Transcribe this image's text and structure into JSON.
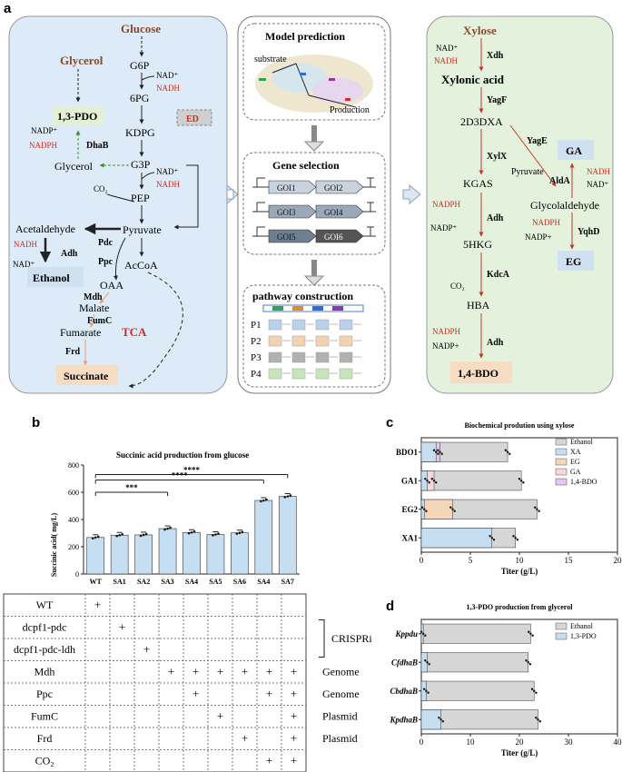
{
  "panel_labels": {
    "a": "a",
    "b": "b",
    "c": "c",
    "d": "d"
  },
  "colors": {
    "red": "#d62b1f",
    "brown": "#8b4a2b",
    "green": "#3f8f2f",
    "blue_panel": "#dcebf7",
    "green_panel": "#e4f1dc",
    "bar_blue": "#c6def2",
    "bar_grey": "#d6d6d6",
    "bar_orange": "#f4d7b8",
    "bar_pink": "#f6d7dc",
    "bar_purple": "#e1c8ef"
  },
  "left": {
    "glucose": "Glucose",
    "glycerol": "Glycerol",
    "g6p": "G6P",
    "pg6": "6PG",
    "kdpg": "KDPG",
    "g3p": "G3P",
    "pep": "PEP",
    "pyruvate": "Pyruvate",
    "accoa": "AcCoA",
    "oaa": "OAA",
    "malate": "Malate",
    "fumarate": "Fumarate",
    "succinate": "Succinate",
    "acetaldehyde": "Acetaldehyde",
    "ethanol": "Ethanol",
    "pdo": "1,3-PDO",
    "glycerol2": "Glycerol",
    "ed": "ED",
    "tca": "TCA",
    "nadp": "NAD⁺",
    "nadh": "NADH",
    "nadp2": "NADP⁺",
    "nadph": "NADPH",
    "nad_plus": "NAD⁺",
    "co2": "CO₂",
    "dhab": "DhaB",
    "pdc": "Pdc",
    "adh": "Adh",
    "ppc": "Ppc",
    "mdh": "Mdh",
    "fumc": "FumC",
    "frd": "Frd"
  },
  "middle": {
    "model": "Model prediction",
    "substrate": "substrate",
    "production": "Production",
    "gene": "Gene selection",
    "gois": [
      "GOI1",
      "GOI2",
      "GOI3",
      "GOI4",
      "GOI5",
      "GOI6"
    ],
    "pathway": "pathway construction",
    "ps": [
      "P1",
      "P2",
      "P3",
      "P4"
    ]
  },
  "right": {
    "xylose": "Xylose",
    "nad": "NAD⁺",
    "nadh": "NADH",
    "xdh": "Xdh",
    "xylonic": "Xylonic acid",
    "yagf": "YagF",
    "d2d3dxa": "2D3DXA",
    "xylx": "XylX",
    "yage": "YagE",
    "pyruvate": "Pyruvate",
    "kgas": "KGAS",
    "glycolaldehyde": "Glycolaldehyde",
    "alda": "AldA",
    "ga": "GA",
    "nadph": "NADPH",
    "nadp": "NADP⁺",
    "nadp_plus": "NADP+",
    "yqhd": "YqhD",
    "eg": "EG",
    "hkg": "5HKG",
    "kdca": "KdcA",
    "co2": "CO₂",
    "hba": "HBA",
    "adh": "Adh",
    "bdo": "1,4-BDO"
  },
  "chart_b": {
    "title": "Succinic acid production  from  glucose",
    "ylabel": "Succinic acid( mg/L)",
    "sig": [
      "****",
      "****",
      "***"
    ]
  },
  "table_b": {
    "rows": [
      "WT",
      "dcpf1-pdc",
      "dcpf1-pdc-ldh",
      "Mdh",
      "Ppc",
      "FumC",
      "Frd",
      "CO₂"
    ],
    "side": [
      "CRISPRi",
      "Genome",
      "Genome",
      "Plasmid",
      "Plasmid"
    ],
    "plus_mark": "+",
    "marks": [
      [
        0
      ],
      [
        1
      ],
      [
        2
      ],
      [
        3,
        4,
        5,
        6,
        7,
        8
      ],
      [
        4,
        7,
        8
      ],
      [
        5,
        8
      ],
      [
        6,
        8
      ],
      [
        7,
        8
      ]
    ]
  },
  "chart_data": [
    {
      "type": "bar",
      "title": "Succinic acid production  from  glucose",
      "ylabel": "Succinic acid( mg/L)",
      "categories": [
        "WT",
        "SA1",
        "SA2",
        "SA3",
        "SA4",
        "SA5",
        "SA6",
        "SA4",
        "SA7"
      ],
      "values": [
        268,
        285,
        287,
        333,
        305,
        290,
        302,
        540,
        570
      ],
      "ylim": [
        0,
        800
      ],
      "yticks": [
        0,
        200,
        400,
        600,
        800
      ]
    },
    {
      "type": "bar",
      "title": "Biochemical prodution using xylose",
      "xlabel": "Titer (g/L)",
      "categories": [
        "BDO1",
        "GA1",
        "EG2",
        "XA1"
      ],
      "series": [
        {
          "name": "Ethanol",
          "values": [
            8.8,
            10.2,
            11.8,
            9.6
          ]
        },
        {
          "name": "XA",
          "values": [
            1.5,
            0.6,
            0.3,
            7.2
          ]
        },
        {
          "name": "EG",
          "values": [
            0,
            0,
            3.2,
            0
          ]
        },
        {
          "name": "GA",
          "values": [
            0,
            1.3,
            0,
            0
          ]
        },
        {
          "name": "1,4-BDO",
          "values": [
            1.9,
            0,
            0,
            0
          ]
        }
      ],
      "xlim": [
        0,
        20
      ],
      "xticks": [
        0,
        5,
        10,
        15,
        20
      ]
    },
    {
      "type": "bar",
      "title": "1,3-PDO production from glycerol",
      "xlabel": "Titer (g/L)",
      "categories": [
        "Kppdu",
        "CfdhaB",
        "CbdhaB",
        "KpdhaB"
      ],
      "series": [
        {
          "name": "Ethanol",
          "values": [
            22.3,
            21.8,
            23.0,
            23.8
          ]
        },
        {
          "name": "1,3-PDO",
          "values": [
            0.4,
            1.2,
            1.0,
            4.0
          ]
        }
      ],
      "xlim": [
        0,
        40
      ],
      "xticks": [
        0,
        10,
        20,
        30,
        40
      ]
    }
  ]
}
